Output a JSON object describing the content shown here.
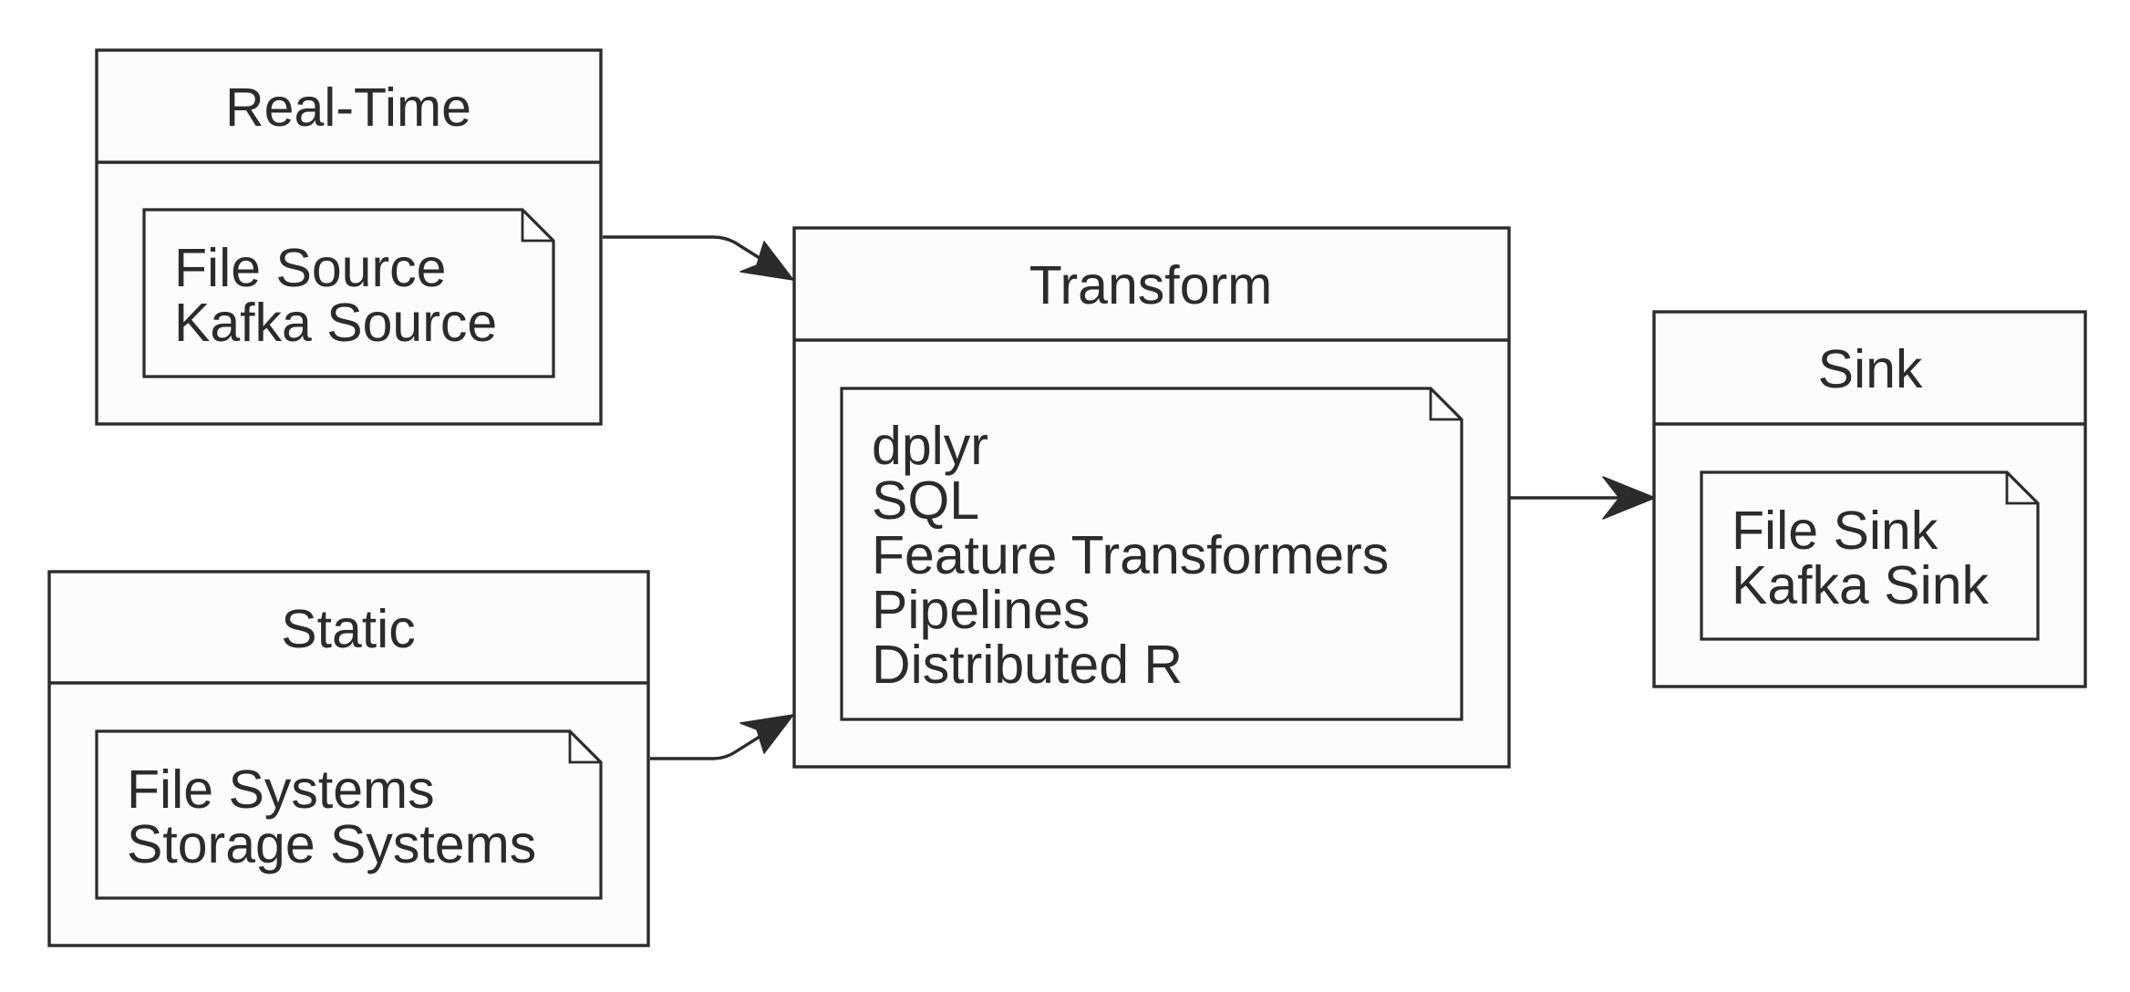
{
  "diagram": {
    "nodes": {
      "real_time": {
        "title": "Real-Time",
        "items": [
          "File Source",
          "Kafka Source"
        ]
      },
      "static": {
        "title": "Static",
        "items": [
          "File Systems",
          "Storage Systems"
        ]
      },
      "transform": {
        "title": "Transform",
        "items": [
          "dplyr",
          "SQL",
          "Feature Transformers",
          "Pipelines",
          "Distributed R"
        ]
      },
      "sink": {
        "title": "Sink",
        "items": [
          "File Sink",
          "Kafka Sink"
        ]
      }
    },
    "edges": [
      {
        "from": "Real-Time",
        "to": "Transform"
      },
      {
        "from": "Static",
        "to": "Transform"
      },
      {
        "from": "Transform",
        "to": "Sink"
      }
    ],
    "colors": {
      "line": "#2b2b2b",
      "fill": "#fcfcfc",
      "background": "#ffffff"
    }
  }
}
